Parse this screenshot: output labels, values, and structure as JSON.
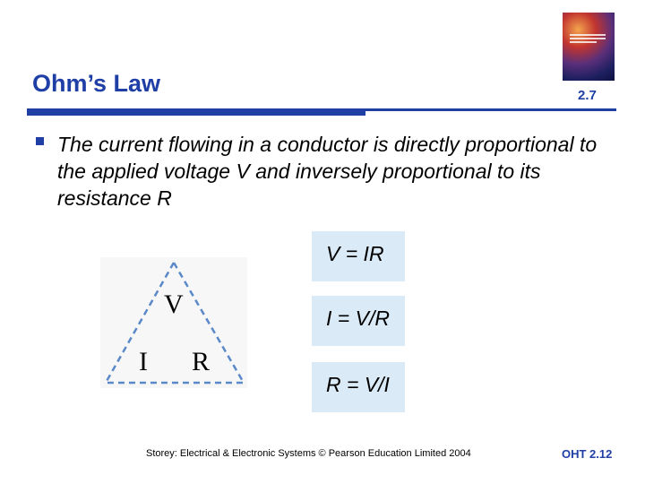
{
  "slide": {
    "title": "Ohm’s Law",
    "section_number": "2.7",
    "bullet": "The current flowing in a conductor is directly proportional to the applied voltage V and inversely proportional to its resistance R",
    "equations": [
      "V = IR",
      "I = V/R",
      "R = V/I"
    ],
    "triangle": {
      "top": "V",
      "bottom_left": "I",
      "bottom_right": "R"
    },
    "footer": "Storey: Electrical & Electronic Systems © Pearson Education Limited 2004",
    "oht": "OHT 2.12"
  },
  "colors": {
    "accent": "#1f3fa6",
    "equation_box": "#daeaf7",
    "triangle_dash": "#5a88c8"
  }
}
